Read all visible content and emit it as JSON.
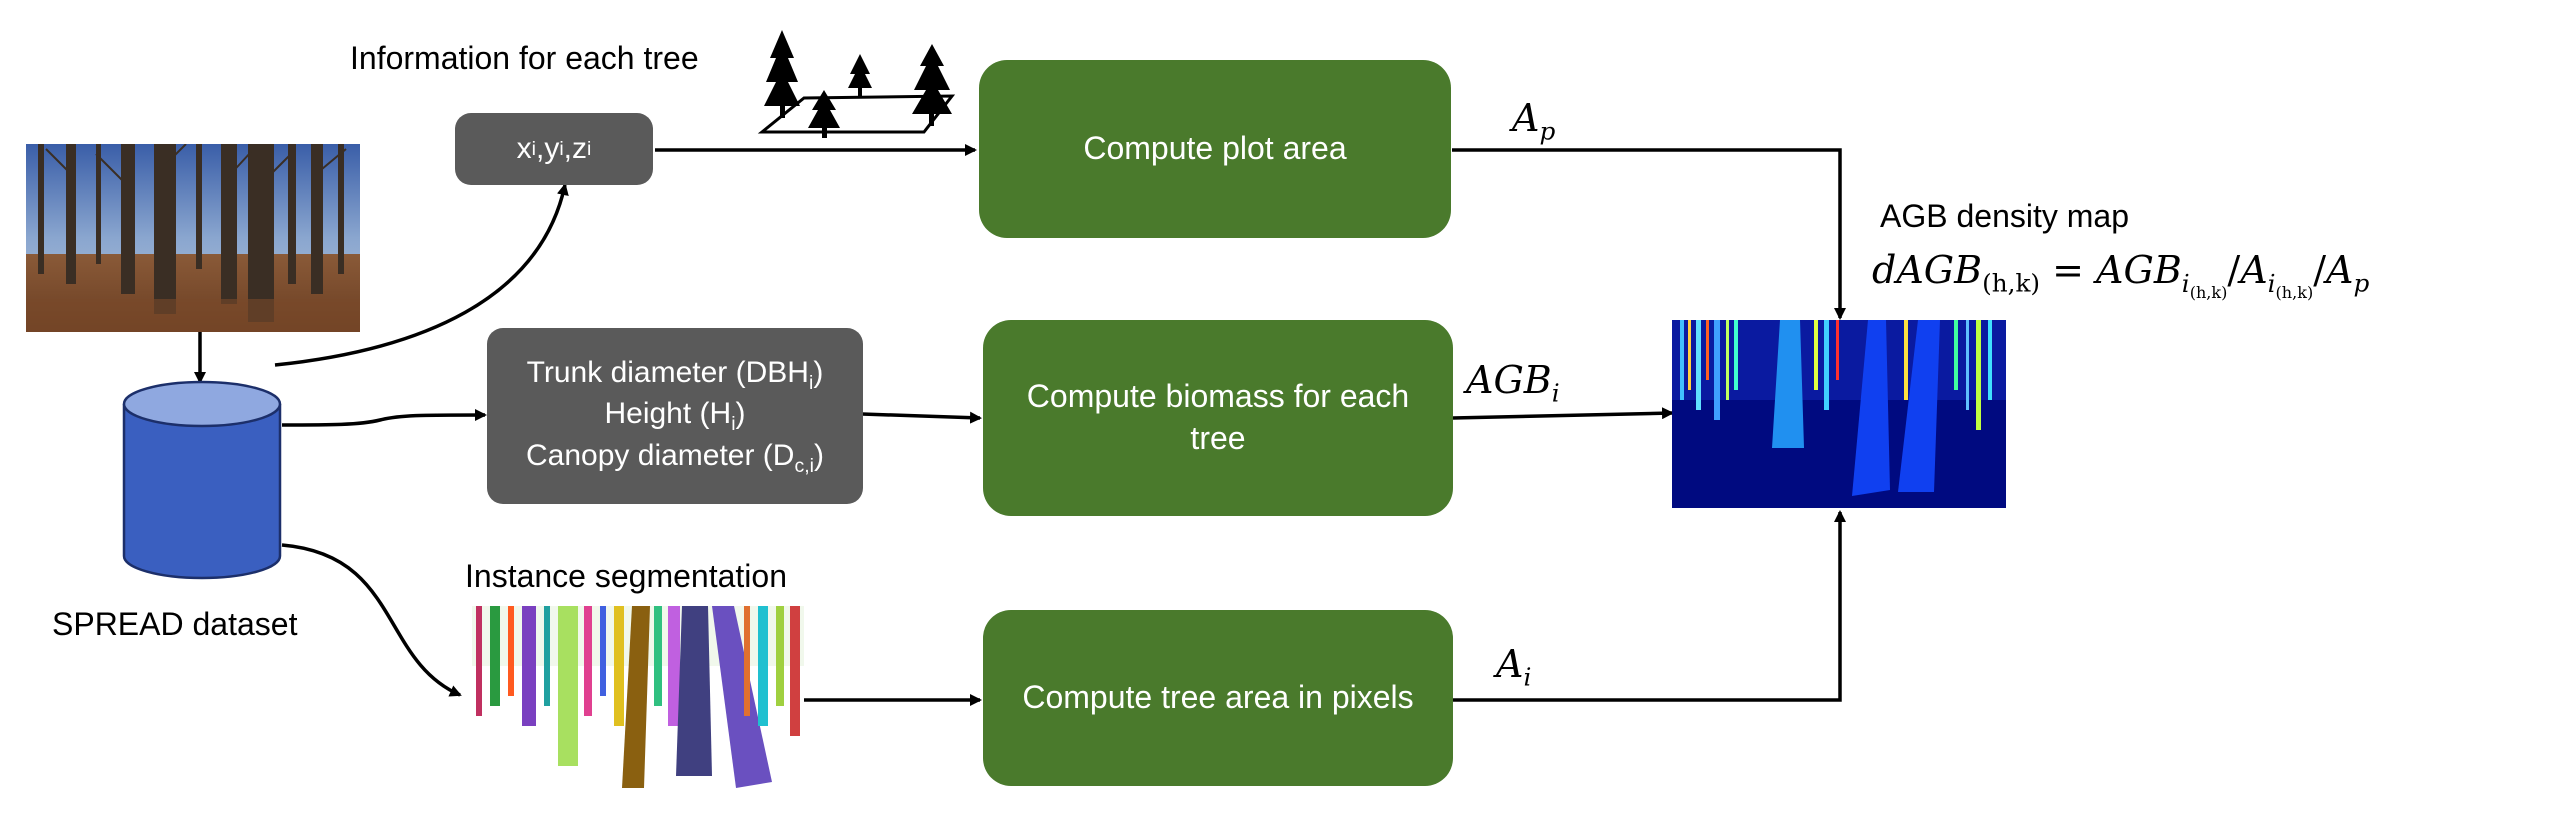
{
  "labels": {
    "info_each_tree": "Information for each tree",
    "spread_dataset": "SPREAD dataset",
    "instance_segmentation": "Instance segmentation",
    "agb_density_map": "AGB density map"
  },
  "boxes": {
    "coords": {
      "x": "x",
      "x_sub": "i",
      "y": "y",
      "y_sub": "i",
      "z": "z",
      "z_sub": "i",
      "sep": ","
    },
    "features": {
      "line1": "Trunk diameter (DBH",
      "line1_sub": "i",
      "line1_end": ")",
      "line2": "Height (H",
      "line2_sub": "i",
      "line2_end": ")",
      "line3": "Canopy diameter (D",
      "line3_sub": "c,i",
      "line3_end": ")"
    },
    "plot_area": "Compute plot area",
    "biomass": "Compute biomass for each tree",
    "tree_area": "Compute tree area in pixels"
  },
  "math": {
    "ap": "A",
    "ap_sub": "p",
    "agbi": "AGB",
    "agbi_sub": "i",
    "ai": "A",
    "ai_sub": "i",
    "formula_lhs": "dAGB",
    "formula_lhs_sub": "(h,k)",
    "formula_eq": " = ",
    "formula_t1": "AGB",
    "formula_t1_sub": "i",
    "formula_t1_subsub": "(h,k)",
    "formula_slash1": "/",
    "formula_t2": "A",
    "formula_t2_sub": "i",
    "formula_t2_subsub": "(h,k)",
    "formula_slash2": "/",
    "formula_t3": "A",
    "formula_t3_sub": "p"
  },
  "colors": {
    "gray_box": "#5a5a5a",
    "green_box": "#4a7a2c",
    "cylinder": "#3a5fc0",
    "cylinder_top": "#8fa8e0",
    "density_bg": "#000a80"
  }
}
